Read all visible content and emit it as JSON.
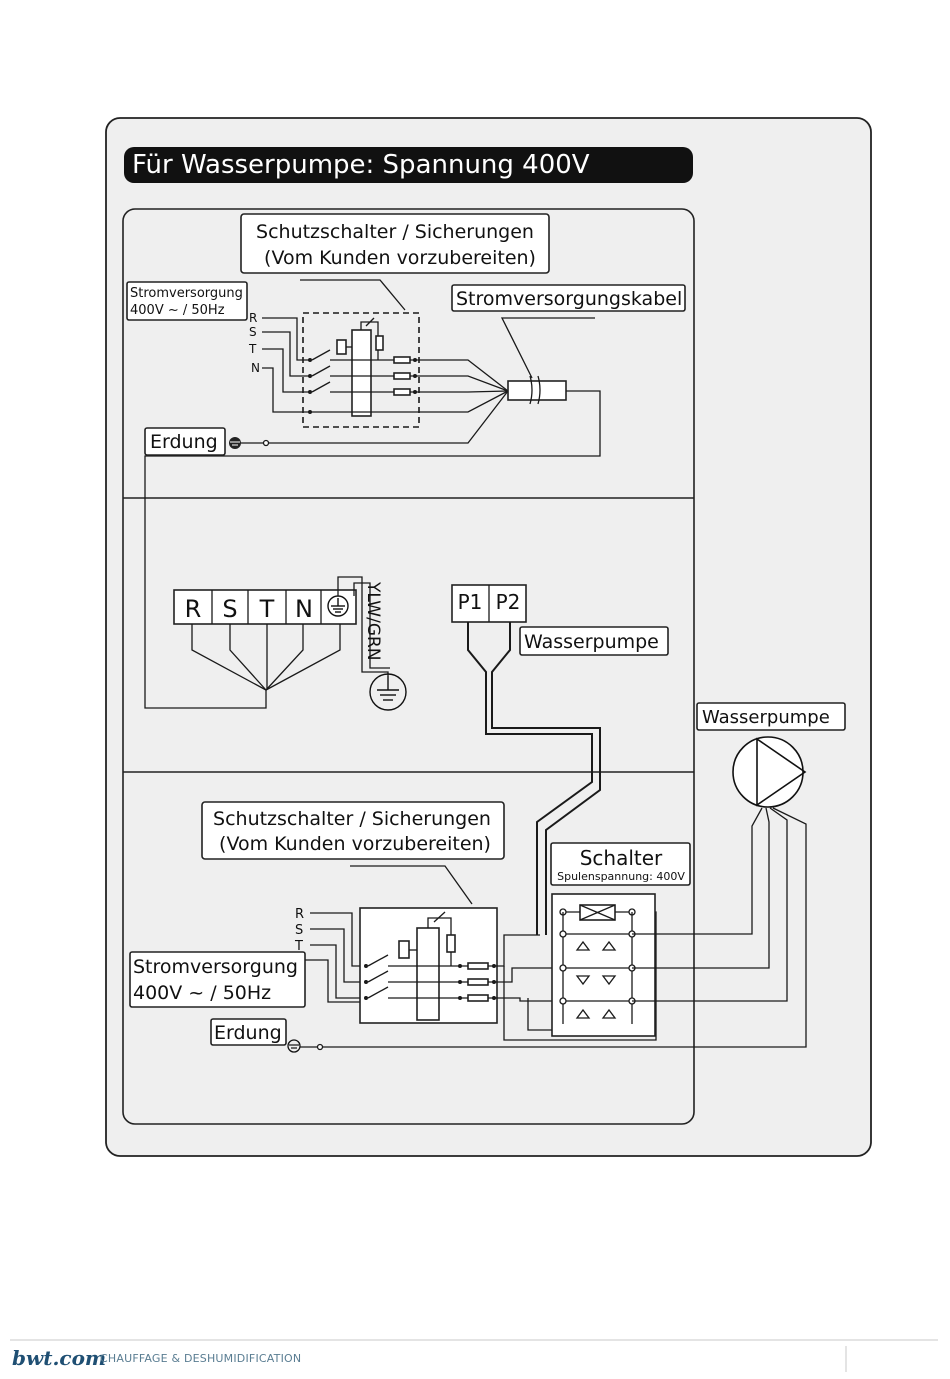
{
  "title": "Für Wasserpumpe: Spannung 400V",
  "top": {
    "breaker_label_line1": "Schutzschalter / Sicherungen",
    "breaker_label_line2": "(Vom Kunden vorzubereiten)",
    "power_label_line1": "Stromversorgung",
    "power_label_line2": "400V ~ / 50Hz",
    "cable_label": "Stromversorgungskabel",
    "phases": [
      "R",
      "S",
      "T",
      "N"
    ],
    "ground_label": "Erdung"
  },
  "middle": {
    "terminals": [
      "R",
      "S",
      "T",
      "N"
    ],
    "wire_color_label": "YLW/GRN",
    "pump_terminals": [
      "P1",
      "P2"
    ],
    "pump_label": "Wasserpumpe"
  },
  "bottom": {
    "breaker_label_line1": "Schutzschalter / Sicherungen",
    "breaker_label_line2": "(Vom Kunden vorzubereiten)",
    "power_label_line1": "Stromversorgung",
    "power_label_line2": "400V ~ / 50Hz",
    "phases": [
      "R",
      "S",
      "T"
    ],
    "ground_label": "Erdung",
    "switch_label": "Schalter",
    "switch_sublabel": "Spulenspannung: 400V"
  },
  "pump": {
    "label": "Wasserpumpe"
  },
  "footer": {
    "logo": "bwt.com",
    "tagline": "CHAUFFAGE & DESHUMIDIFICATION"
  },
  "icons": [
    "ground-icon",
    "pump-symbol-icon",
    "coil-icon",
    "fuse-icon"
  ]
}
